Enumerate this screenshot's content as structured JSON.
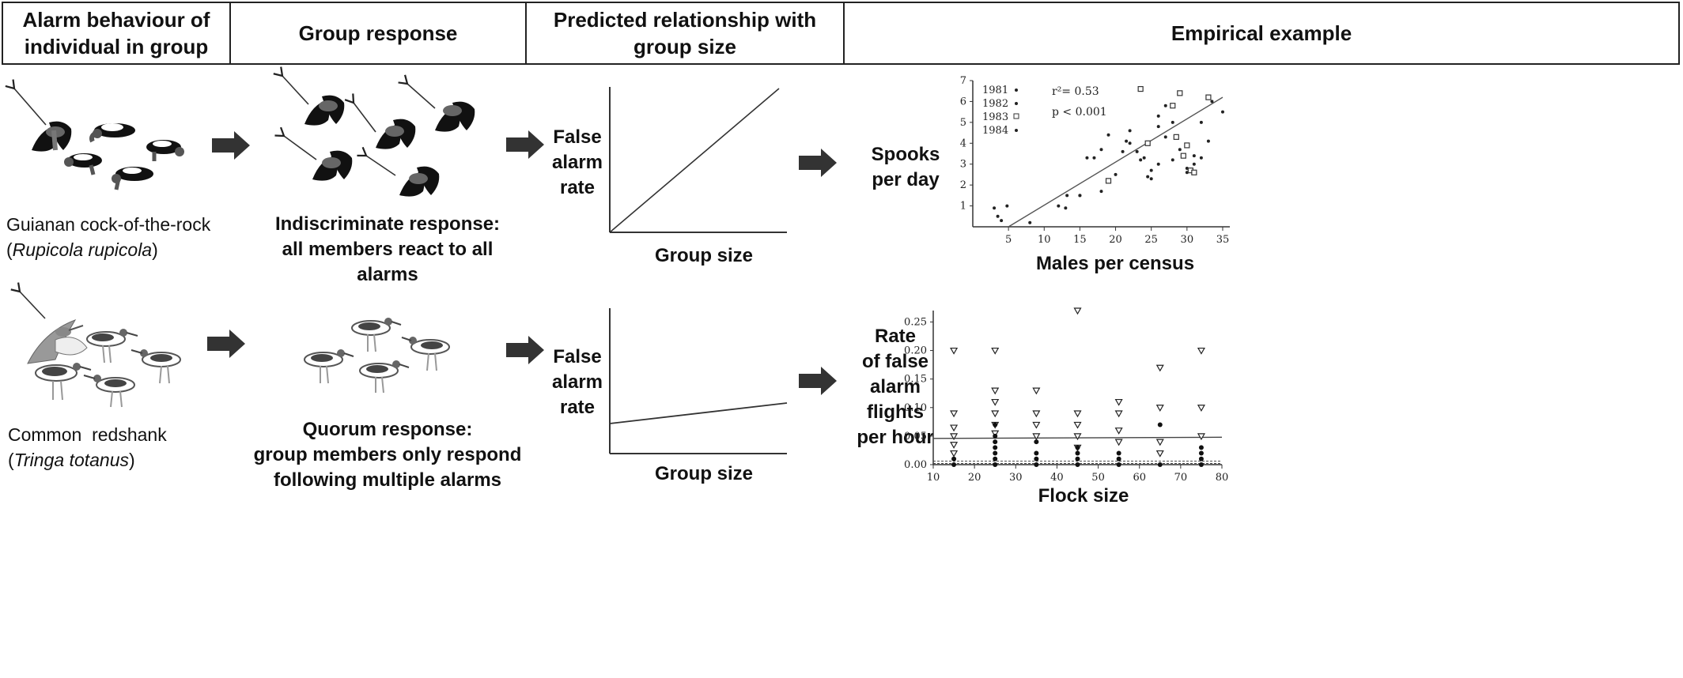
{
  "headers": [
    "Alarm behaviour of individual in group",
    "Group response",
    "Predicted relationship with group size",
    "Empirical example"
  ],
  "row1": {
    "species_common": "Guianan cock-of-the-rock",
    "species_latin": "Rupicola rupicola",
    "response_line1": "Indiscriminate response:",
    "response_line2": "all members react to all alarms",
    "predicted": {
      "ylabel_lines": [
        "False",
        "alarm",
        "rate"
      ],
      "xlabel": "Group size",
      "relationship": "steep-increase"
    },
    "empirical": {
      "ylabel_lines": [
        "Spooks",
        "per day"
      ],
      "xlabel": "Males per census",
      "legend": [
        "1981",
        "1982",
        "1983",
        "1984"
      ],
      "r2_text": "r²= 0.53",
      "p_text": "p < 0.001"
    }
  },
  "row2": {
    "species_common": "Common  redshank",
    "species_latin": "Tringa totanus",
    "response_line1": "Quorum response:",
    "response_line2": "group members only respond",
    "response_line3": "following multiple alarms",
    "predicted": {
      "ylabel_lines": [
        "False",
        "alarm",
        "rate"
      ],
      "xlabel": "Group size",
      "relationship": "shallow-increase"
    },
    "empirical": {
      "ylabel_lines": [
        "Rate",
        "of false",
        "alarm",
        "flights",
        "per hour"
      ],
      "xlabel": "Flock size"
    }
  },
  "chart_data": [
    {
      "type": "scatter",
      "title": "",
      "xlabel": "Males per census",
      "ylabel": "Spooks per day",
      "xlim": [
        0,
        36
      ],
      "ylim": [
        0,
        7
      ],
      "xticks": [
        5,
        10,
        15,
        20,
        25,
        30,
        35
      ],
      "yticks": [
        1,
        2,
        3,
        4,
        5,
        6,
        7
      ],
      "annotations": [
        "r²= 0.53",
        "p < 0.001"
      ],
      "series": [
        {
          "name": "1981",
          "marker": "dot",
          "points": [
            [
              3,
              0.9
            ],
            [
              3.5,
              0.5
            ],
            [
              4,
              0.3
            ],
            [
              4.8,
              1.0
            ],
            [
              8,
              0.2
            ],
            [
              12,
              1.0
            ],
            [
              13,
              0.9
            ],
            [
              13.2,
              1.5
            ],
            [
              15,
              1.5
            ],
            [
              16,
              3.3
            ],
            [
              17,
              3.3
            ],
            [
              18,
              3.7
            ],
            [
              19,
              4.4
            ],
            [
              21.5,
              4.1
            ],
            [
              22,
              4.6
            ],
            [
              23,
              3.6
            ],
            [
              23.5,
              3.2
            ],
            [
              24.5,
              2.4
            ],
            [
              25,
              2.3
            ],
            [
              26,
              3.0
            ],
            [
              27,
              4.3
            ],
            [
              28,
              3.2
            ],
            [
              29,
              3.7
            ],
            [
              30,
              2.8
            ],
            [
              31,
              3.0
            ],
            [
              32,
              5.0
            ],
            [
              33,
              4.1
            ],
            [
              35,
              5.5
            ]
          ]
        },
        {
          "name": "1982",
          "marker": "dot",
          "points": [
            [
              18,
              1.7
            ],
            [
              22,
              4.0
            ],
            [
              24,
              3.3
            ],
            [
              26,
              4.8
            ],
            [
              27,
              5.8
            ],
            [
              28,
              5.0
            ],
            [
              30,
              2.6
            ],
            [
              32,
              3.3
            ]
          ]
        },
        {
          "name": "1983",
          "marker": "hatched-square",
          "points": [
            [
              19,
              2.2
            ],
            [
              23.5,
              6.6
            ],
            [
              24.5,
              4.0
            ],
            [
              28,
              5.8
            ],
            [
              28.5,
              4.3
            ],
            [
              29,
              6.4
            ],
            [
              29.5,
              3.4
            ],
            [
              30,
              3.9
            ],
            [
              30.5,
              2.7
            ],
            [
              31,
              2.6
            ],
            [
              33,
              6.2
            ]
          ]
        },
        {
          "name": "1984",
          "marker": "dot",
          "points": [
            [
              15,
              1.5
            ],
            [
              20,
              2.5
            ],
            [
              21,
              3.6
            ],
            [
              25,
              2.7
            ],
            [
              26,
              5.3
            ],
            [
              31,
              3.4
            ],
            [
              33.5,
              6.0
            ]
          ]
        }
      ],
      "fit_line": {
        "x": [
          5,
          35
        ],
        "y": [
          0.0,
          6.2
        ]
      }
    },
    {
      "type": "scatter",
      "title": "",
      "xlabel": "Flock size",
      "ylabel": "Rate of false alarm flights per hour",
      "xlim": [
        10,
        80
      ],
      "ylim": [
        0,
        0.27
      ],
      "xticks": [
        10,
        20,
        30,
        40,
        50,
        60,
        70,
        80
      ],
      "yticks": [
        0.0,
        0.05,
        0.1,
        0.15,
        0.2,
        0.25
      ],
      "series": [
        {
          "name": "",
          "marker": "open-triangle",
          "points": [
            [
              15,
              0.2
            ],
            [
              15,
              0.09
            ],
            [
              15,
              0.065
            ],
            [
              15,
              0.05
            ],
            [
              15,
              0.035
            ],
            [
              15,
              0.02
            ],
            [
              25,
              0.2
            ],
            [
              25,
              0.13
            ],
            [
              25,
              0.11
            ],
            [
              25,
              0.09
            ],
            [
              25,
              0.07
            ],
            [
              25,
              0.055
            ],
            [
              35,
              0.13
            ],
            [
              35,
              0.09
            ],
            [
              35,
              0.07
            ],
            [
              35,
              0.05
            ],
            [
              45,
              0.27
            ],
            [
              45,
              0.09
            ],
            [
              45,
              0.07
            ],
            [
              45,
              0.05
            ],
            [
              45,
              0.03
            ],
            [
              55,
              0.11
            ],
            [
              55,
              0.09
            ],
            [
              55,
              0.06
            ],
            [
              55,
              0.04
            ],
            [
              65,
              0.17
            ],
            [
              65,
              0.1
            ],
            [
              65,
              0.04
            ],
            [
              65,
              0.02
            ],
            [
              75,
              0.2
            ],
            [
              75,
              0.1
            ],
            [
              75,
              0.05
            ]
          ]
        },
        {
          "name": "",
          "marker": "filled-circle",
          "points": [
            [
              15,
              0.0
            ],
            [
              15,
              0.01
            ],
            [
              25,
              0.0
            ],
            [
              25,
              0.01
            ],
            [
              25,
              0.02
            ],
            [
              25,
              0.03
            ],
            [
              25,
              0.04
            ],
            [
              25,
              0.05
            ],
            [
              25,
              0.07
            ],
            [
              35,
              0.0
            ],
            [
              35,
              0.01
            ],
            [
              35,
              0.02
            ],
            [
              35,
              0.04
            ],
            [
              45,
              0.0
            ],
            [
              45,
              0.01
            ],
            [
              45,
              0.02
            ],
            [
              45,
              0.03
            ],
            [
              55,
              0.0
            ],
            [
              55,
              0.01
            ],
            [
              55,
              0.02
            ],
            [
              65,
              0.0
            ],
            [
              65,
              0.07
            ],
            [
              75,
              0.0
            ],
            [
              75,
              0.01
            ],
            [
              75,
              0.02
            ],
            [
              75,
              0.03
            ]
          ]
        }
      ],
      "fit_lines": [
        {
          "x": [
            10,
            80
          ],
          "y": [
            0.046,
            0.048
          ]
        },
        {
          "x": [
            10,
            80
          ],
          "y": [
            0.006,
            0.006
          ]
        },
        {
          "x": [
            10,
            80
          ],
          "y": [
            0.002,
            0.002
          ]
        }
      ]
    }
  ]
}
